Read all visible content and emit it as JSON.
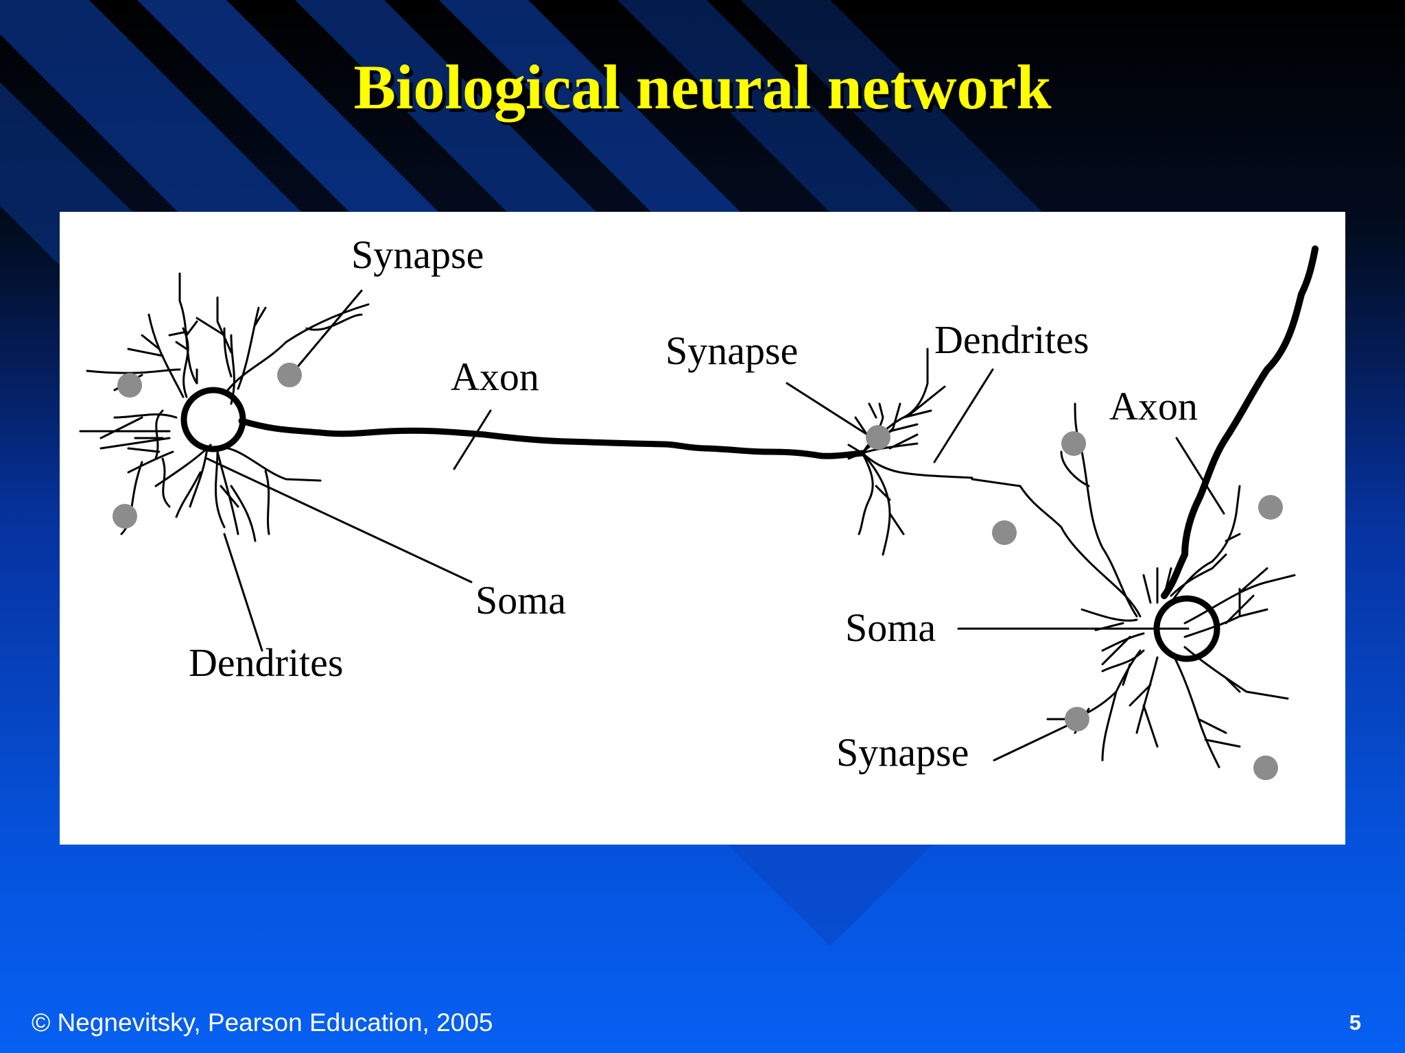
{
  "slide": {
    "title": "Biological neural network",
    "footer": "© Negnevitsky, Pearson Education, 2005",
    "page_number": "5"
  },
  "diagram": {
    "labels": {
      "synapse_top": "Synapse",
      "axon_left": "Axon",
      "soma_left": "Soma",
      "dendrites_left": "Dendrites",
      "synapse_mid": "Synapse",
      "dendrites_right": "Dendrites",
      "axon_right": "Axon",
      "soma_right": "Soma",
      "synapse_bottom": "Synapse"
    }
  },
  "colors": {
    "title": "#ffff00",
    "background_dark": "#020a1c",
    "background_blue": "#0055e6",
    "synapse_fill": "#8c8c8c"
  }
}
